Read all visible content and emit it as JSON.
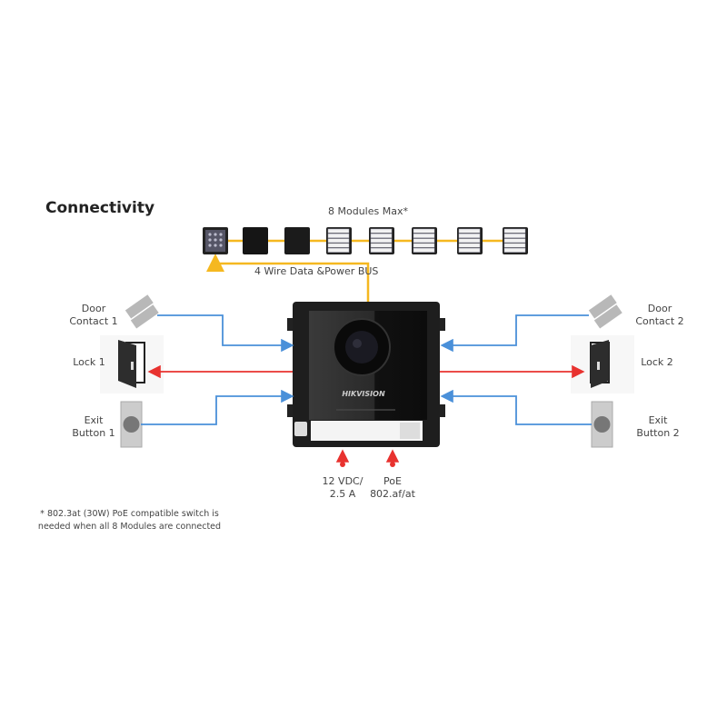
{
  "title": "Connectivity",
  "modules_label": "8 Modules Max*",
  "bus_label": "4 Wire Data &Power BUS",
  "brand": "HIKVISION",
  "left": {
    "door_contact": [
      "Door",
      "Contact 1"
    ],
    "lock": "Lock 1",
    "exit_button": [
      "Exit",
      "Button 1"
    ]
  },
  "right": {
    "door_contact": [
      "Door",
      "Contact 2"
    ],
    "lock": "Lock 2",
    "exit_button": [
      "Exit",
      "Button 2"
    ]
  },
  "power": {
    "dc": [
      "12 VDC/",
      "2.5 A"
    ],
    "poe": [
      "PoE",
      "802.af/at"
    ]
  },
  "footnote": [
    "* 802.3at (30W) PoE compatible switch is",
    "needed when all 8 Modules are connected"
  ],
  "colors": {
    "input": "#4a90d9",
    "output": "#e8322f",
    "bus": "#f5b820",
    "panel": "#1e1e1e"
  }
}
